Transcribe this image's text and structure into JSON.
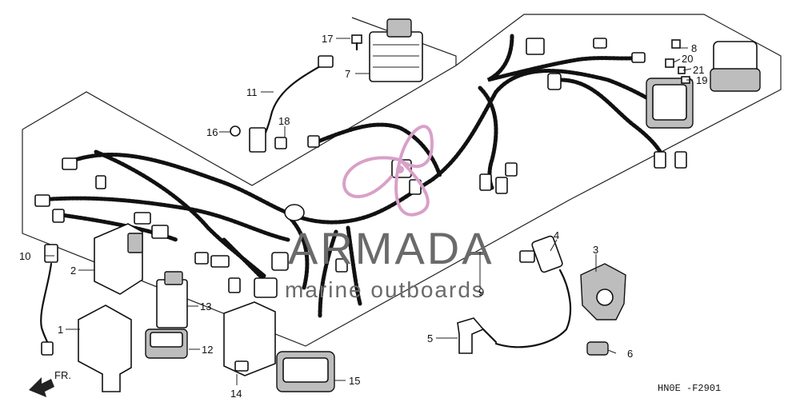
{
  "watermark": {
    "brand": "ARMADA",
    "tagline": "marine outboards",
    "logo_color": "#d9a0c8"
  },
  "diagram_code": "HN0E -F2901",
  "direction_label": "FR.",
  "callouts": [
    "1",
    "2",
    "3",
    "4",
    "5",
    "6",
    "7",
    "8",
    "9",
    "10",
    "11",
    "12",
    "13",
    "14",
    "15",
    "16",
    "17",
    "18",
    "19",
    "20",
    "21"
  ],
  "icons": [
    "forward-arrow-icon",
    "propeller-logo-icon"
  ]
}
